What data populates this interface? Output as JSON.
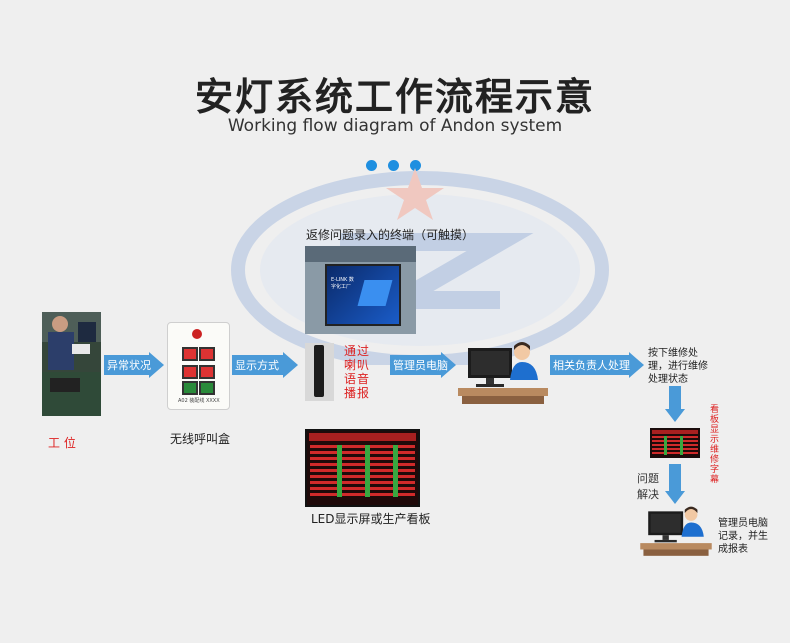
{
  "header": {
    "title": "安灯系统工作流程示意",
    "subtitle": "Working flow diagram of Andon system"
  },
  "colors": {
    "accent": "#4a9ad8",
    "red_text": "#dd2222",
    "dot": "#1f8fe0"
  },
  "nodes": {
    "workstation": "工 位",
    "call_box": "无线呼叫盒",
    "terminal": "返修问题录入的终端（可触摸）",
    "speaker": "通过喇叭语音播报",
    "led_board": "LED显示屏或生产看板",
    "press_repair": "按下维修处理，进行维修处理状态",
    "board_caption": "看板显示维修字幕",
    "problem_solved": "问题解决",
    "admin_record": "管理员电脑记录，并生成报表"
  },
  "arrows": {
    "abnormal": "异常状况",
    "display_mode": "显示方式",
    "admin_pc": "管理员电脑",
    "responsible": "相关负责人处理"
  },
  "call_box_text": "A02 装配线 XXXX",
  "terminal_screen_text": "E-LINK 数字化工厂"
}
